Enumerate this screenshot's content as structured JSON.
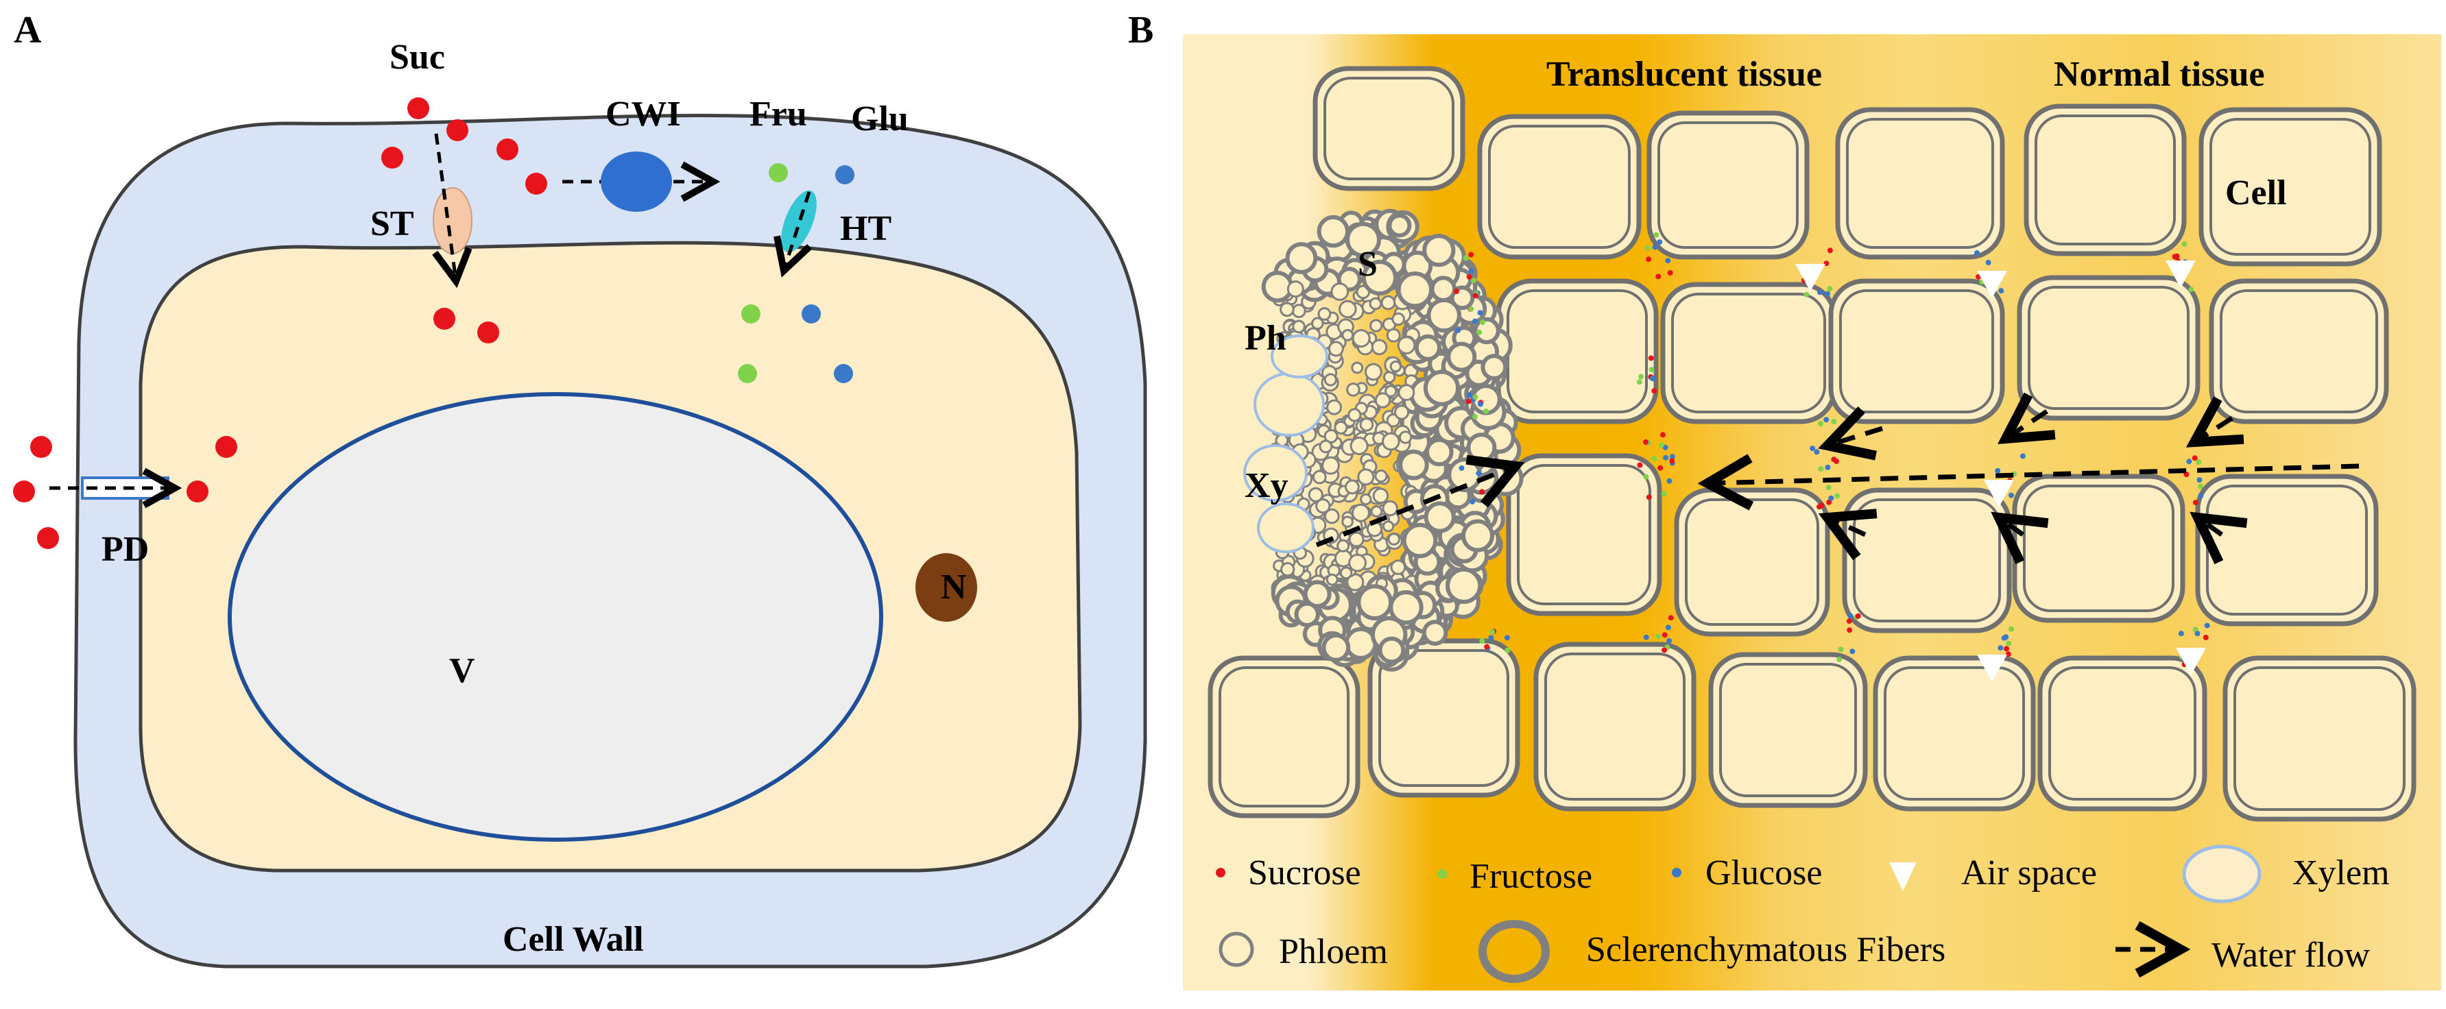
{
  "panel_a": {
    "letter": "A",
    "labels": {
      "suc": "Suc",
      "cwi": "CWI",
      "fru": "Fru",
      "glu": "Glu",
      "st": "ST",
      "ht": "HT",
      "pd": "PD",
      "v": "V",
      "n": "N",
      "cell_wall": "Cell Wall"
    }
  },
  "panel_b": {
    "letter": "B",
    "headers": {
      "translucent": "Translucent tissue",
      "normal": "Normal tissue"
    },
    "labels": {
      "cell": "Cell",
      "s": "S",
      "ph": "Ph",
      "xy": "Xy"
    },
    "legend": [
      {
        "label": "Sucrose",
        "icon": "red-dot-icon"
      },
      {
        "label": "Fructose",
        "icon": "green-dot-icon"
      },
      {
        "label": "Glucose",
        "icon": "blue-dot-icon"
      },
      {
        "label": "Air space",
        "icon": "air-space-icon"
      },
      {
        "label": "Xylem",
        "icon": "xylem-icon"
      },
      {
        "label": "Phloem",
        "icon": "phloem-icon"
      },
      {
        "label": "Sclerenchymatous Fibers",
        "icon": "sclerenchyma-icon"
      },
      {
        "label": "Water flow",
        "icon": "water-flow-arrow-icon"
      }
    ]
  },
  "colors": {
    "sucrose": "#e8141b",
    "fructose": "#7fd24a",
    "glucose": "#3a79c9",
    "cell_wall": "#d8e3f6",
    "cytoplasm": "#fdedc9",
    "vacuole": "#eeeeee",
    "vacuole_border": "#1f4e9a",
    "nucleus": "#7b3d12",
    "cwi": "#2f6fd0",
    "st": "#f6c8a8",
    "ht": "#33c8d4",
    "gradient_light": "#fdeec4",
    "gradient_dark": "#f3b100",
    "cell_outline": "#707070"
  }
}
